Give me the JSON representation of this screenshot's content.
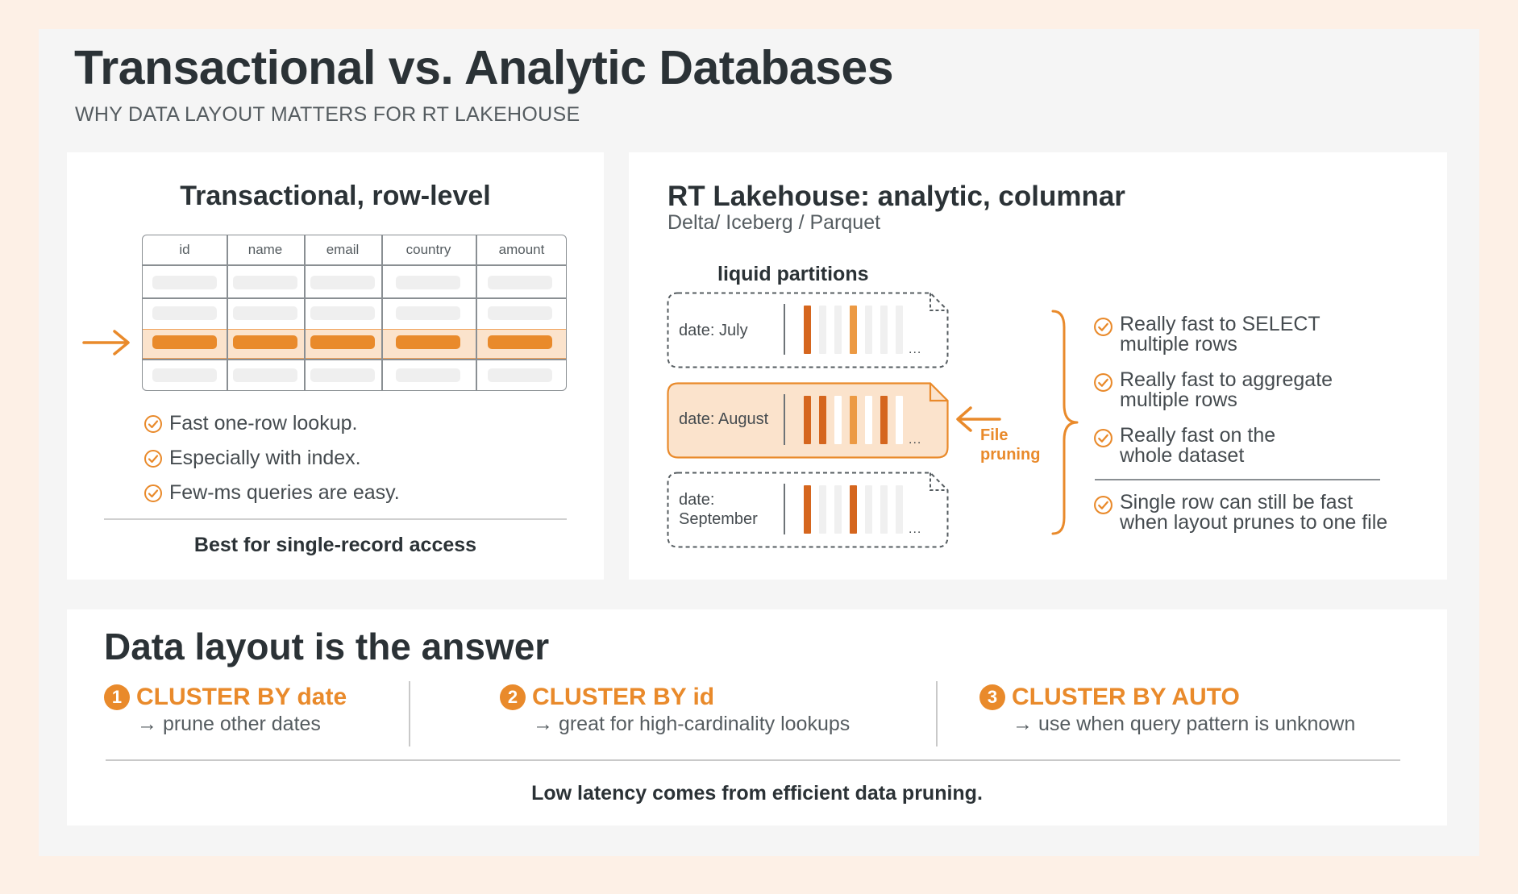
{
  "title": "Transactional vs. Analytic Databases",
  "subtitle": "WHY DATA LAYOUT MATTERS FOR RT LAKEHOUSE",
  "left_panel": {
    "heading": "Transactional, row-level",
    "columns": [
      "id",
      "name",
      "email",
      "country",
      "amount"
    ],
    "highlighted_row": 3,
    "checks": [
      "Fast one-row lookup.",
      "Especially with index.",
      "Few-ms queries are easy."
    ],
    "footer": "Best for single-record access"
  },
  "right_panel": {
    "heading": "RT Lakehouse: analytic, columnar",
    "formats": "Delta/ Iceberg / Parquet",
    "partitions_label": "liquid partitions",
    "partitions": [
      {
        "label_line1": "date: July",
        "label_line2": "",
        "highlighted": false
      },
      {
        "label_line1": "date: August",
        "label_line2": "",
        "highlighted": true
      },
      {
        "label_line1": "date:",
        "label_line2": "September",
        "highlighted": false
      }
    ],
    "ellipsis": "...",
    "pruning_label_line1": "File",
    "pruning_label_line2": "pruning",
    "checks": [
      {
        "line1": "Really fast to SELECT",
        "line2": "multiple rows"
      },
      {
        "line1": "Really fast to aggregate",
        "line2": "multiple rows"
      },
      {
        "line1": "Really fast on the",
        "line2": "whole dataset"
      },
      {
        "line1": "Single row can still be fast",
        "line2": "when layout prunes to one file"
      }
    ]
  },
  "bottom_panel": {
    "heading": "Data layout is the answer",
    "clusters": [
      {
        "num": "1",
        "title": "CLUSTER BY date",
        "desc": "→ prune other dates"
      },
      {
        "num": "2",
        "title": "CLUSTER BY id",
        "desc": "→ great for high-cardinality lookups"
      },
      {
        "num": "3",
        "title": "CLUSTER BY AUTO",
        "desc": "→ use when query pattern is unknown"
      }
    ],
    "footer": "Low latency comes from efficient data pruning."
  },
  "colors": {
    "accent": "#e98a2b",
    "accent_dark": "#d5661e",
    "highlight_fill": "#fbe3cc",
    "background": "#fdf0e6"
  }
}
